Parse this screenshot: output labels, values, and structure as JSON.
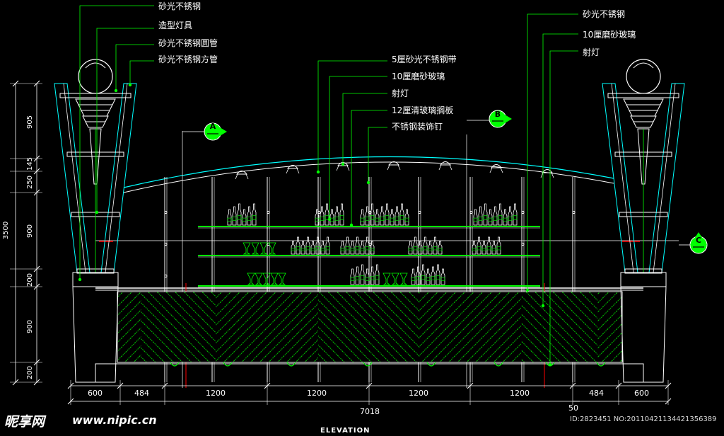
{
  "drawing": {
    "title": "ELEVATION",
    "colors": {
      "background": "#000000",
      "structure": "#ffffff",
      "cyan": "#00ffff",
      "green": "#00ff00",
      "red": "#ff0000",
      "marker": "#00ff00"
    }
  },
  "left_labels": [
    "砂光不锈钢",
    "造型灯具",
    "砂光不锈钢圆管",
    "砂光不锈钢方管"
  ],
  "center_labels": [
    "5厘砂光不锈钢带",
    "10厘磨砂玻璃",
    "射灯",
    "12厘清玻璃搁板",
    "不锈钢装饰钉"
  ],
  "right_labels": [
    "砂光不锈钢",
    "10厘磨砂玻璃",
    "射灯"
  ],
  "section_marks": [
    "A",
    "B",
    "C"
  ],
  "vertical_dims": {
    "total": "3500",
    "segments": [
      "905",
      "145",
      "250",
      "900",
      "200",
      "900",
      "200"
    ]
  },
  "horizontal_dims": {
    "segments": [
      "600",
      "484",
      "1200",
      "1200",
      "1200",
      "1200",
      "484",
      "600"
    ],
    "total": "7018",
    "extra": "50"
  },
  "watermark": {
    "logo": "昵享网",
    "url": "www.nipic.cn",
    "id": "ID:2823451 NO:20110421134421356389"
  }
}
